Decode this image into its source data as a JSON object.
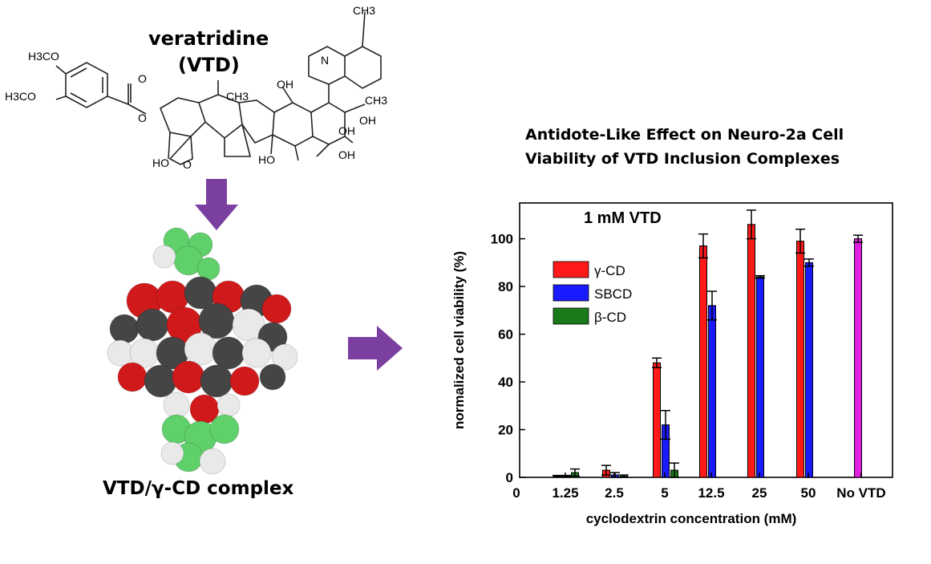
{
  "figure": {
    "molecule_name": "veratridine",
    "molecule_abbrev": "(VTD)",
    "complex_label": "VTD/γ-CD complex",
    "chart_title_line1": "Antidote-Like Effect on Neuro-2a Cell",
    "chart_title_line2": "Viability of VTD Inclusion Complexes",
    "colors": {
      "arrow": "#7b3fa0",
      "oxygen": "#d0191b",
      "carbon": "#454545",
      "hydrogen": "#e9e9e9",
      "guest": "#5fd06a"
    }
  },
  "structure_labels": {
    "ome1": "H3CO",
    "ome2": "H3CO",
    "o_ester": "O",
    "o_ring": "O",
    "ho1": "HO",
    "ho2": "HO",
    "oh1": "OH",
    "oh2": "OH",
    "oh3": "OH",
    "oh4": "OH",
    "oh5": "OH",
    "me1": "CH3",
    "me2": "CH3",
    "me3": "CH3",
    "n": "N"
  },
  "chart_data": {
    "type": "bar",
    "annotation": "1 mM VTD",
    "xlabel": "cyclodextrin concentration (mM)",
    "ylabel": "normalized cell viability (%)",
    "ylim": [
      0,
      115
    ],
    "yticks": [
      0,
      20,
      40,
      60,
      80,
      100
    ],
    "x_origin_label": "0",
    "categories": [
      "1.25",
      "2.5",
      "5",
      "12.5",
      "25",
      "50",
      "No VTD"
    ],
    "series": [
      {
        "name": "γ-CD",
        "color": "#ff1a1a",
        "values": [
          0.5,
          3,
          48,
          97,
          106,
          99,
          null
        ],
        "errors": [
          0.3,
          2,
          2,
          5,
          6,
          5,
          null
        ]
      },
      {
        "name": "SBCD",
        "color": "#1a1aff",
        "values": [
          0.5,
          1,
          22,
          72,
          84,
          90,
          null
        ],
        "errors": [
          0.3,
          1,
          6,
          6,
          0.5,
          1.5,
          null
        ]
      },
      {
        "name": "β-CD",
        "color": "#1a7a1a",
        "values": [
          2,
          0.5,
          3,
          null,
          null,
          null,
          null
        ],
        "errors": [
          1.5,
          0.5,
          3,
          null,
          null,
          null,
          null
        ]
      },
      {
        "name": "",
        "color": "#e020e0",
        "values": [
          null,
          null,
          null,
          null,
          null,
          null,
          100
        ],
        "errors": [
          null,
          null,
          null,
          null,
          null,
          null,
          1.5
        ]
      }
    ],
    "legend_position": "upper-left"
  }
}
